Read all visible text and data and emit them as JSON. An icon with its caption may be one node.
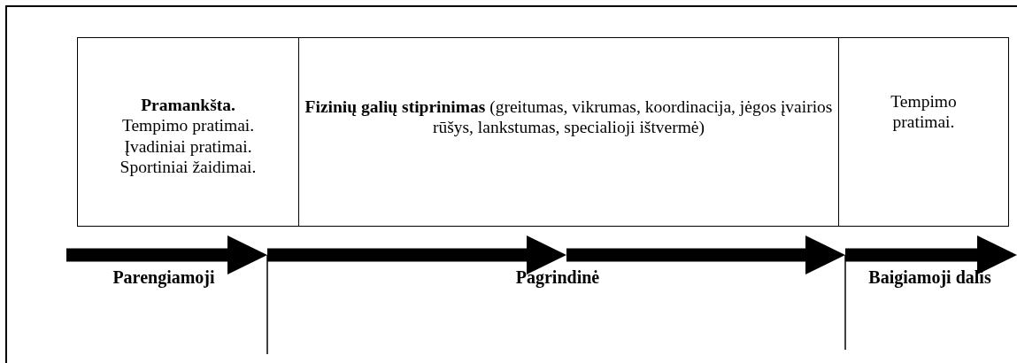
{
  "diagram": {
    "nodes": [
      {
        "text": [
          "Pramankšta.",
          "Tempimo pratimai.",
          "Įvadiniai pratimai.",
          "Sportiniai žaidimai."
        ]
      },
      {
        "text": [
          "**Fizinių galių stiprinimas** (greitumas, vikrumas, koordinacija, jėgos įvairios rūšys, lankstumas, specialioji ištvermė)"
        ]
      },
      {
        "text": [
          "Tempimo pratimai."
        ]
      }
    ],
    "labels": [
      "Parengiamoji",
      "Pagrindinė",
      "Baigiamoji dalis"
    ]
  }
}
